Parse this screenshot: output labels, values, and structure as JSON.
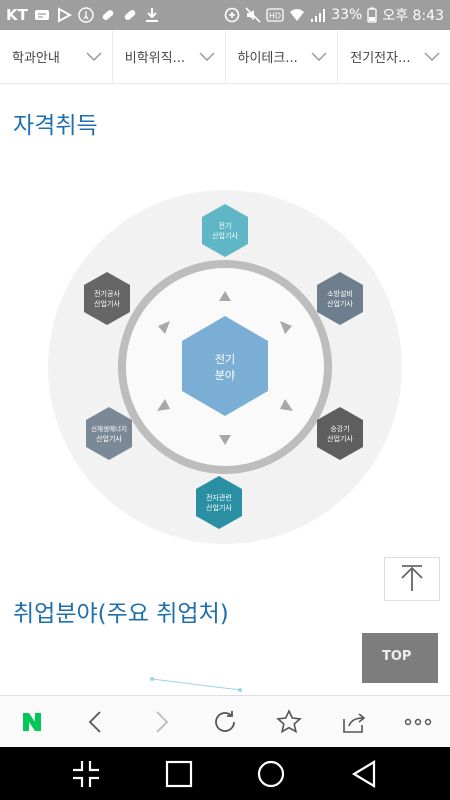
{
  "status_bar": {
    "carrier": "KT",
    "battery": "33%",
    "time": "오후 8:43",
    "icons": [
      "message-icon",
      "play-icon",
      "walk-icon",
      "pill-icon",
      "pill-icon",
      "download-icon",
      "plus-circle-icon",
      "mute-icon",
      "hd-icon",
      "wifi-icon",
      "signal-icon",
      "battery-icon"
    ]
  },
  "top_nav": {
    "items": [
      {
        "label": "학과안내"
      },
      {
        "label": "비학위직..."
      },
      {
        "label": "하이테크..."
      },
      {
        "label": "전기전자..."
      }
    ]
  },
  "content": {
    "section1_title": "자격취득",
    "section2_title": "취업분야(주요 취업처)",
    "diagram": {
      "center": {
        "line1": "전기",
        "line2": "분야",
        "color": "#7aaed4"
      },
      "nodes": [
        {
          "line1": "전기",
          "line2": "산업기사",
          "color": "#5fb6c7"
        },
        {
          "line1": "소방설비",
          "line2": "산업기사",
          "color": "#6f7e8e"
        },
        {
          "line1": "승강기",
          "line2": "산업기사",
          "color": "#5e5e5e"
        },
        {
          "line1": "전자관련",
          "line2": "산업기사",
          "color": "#2a8fa3"
        },
        {
          "line1": "신재생에너지",
          "line2": "산업기사",
          "color": "#7b8896"
        },
        {
          "line1": "전기공사",
          "line2": "산업기사",
          "color": "#666666"
        }
      ]
    },
    "top_button_label": "TOP"
  },
  "browser_bar": {
    "buttons": [
      "naver-icon",
      "back-icon",
      "forward-icon",
      "refresh-icon",
      "star-icon",
      "share-icon",
      "more-icon"
    ],
    "brand_color": "#03c75a"
  },
  "android_nav": {
    "buttons": [
      "collapse-icon",
      "recents-icon",
      "home-icon",
      "back-triangle-icon"
    ]
  }
}
